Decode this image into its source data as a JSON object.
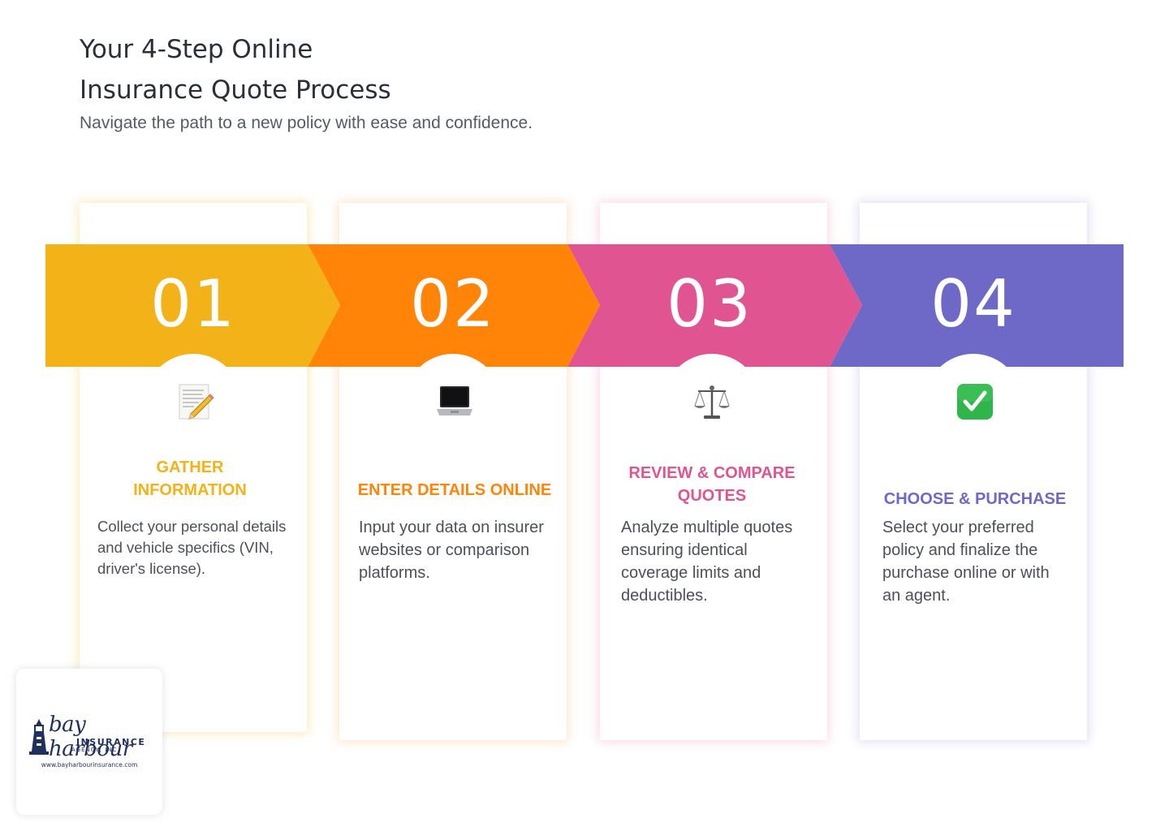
{
  "header": {
    "title_line1": "Your 4-Step Online",
    "title_line2": "Insurance Quote Process",
    "subtitle": "Navigate the path to a new policy with ease and confidence."
  },
  "steps": [
    {
      "number": "01",
      "title": "GATHER INFORMATION",
      "description": "Collect your personal details and vehicle specifics (VIN, driver's license).",
      "icon": "memo-pencil-icon",
      "color": "#F3B217"
    },
    {
      "number": "02",
      "title": "ENTER DETAILS ONLINE",
      "description": "Input your data on insurer websites or comparison platforms.",
      "icon": "laptop-icon",
      "color": "#FF8408"
    },
    {
      "number": "03",
      "title": "REVIEW & COMPARE QUOTES",
      "description": "Analyze multiple quotes ensuring identical coverage limits and deductibles.",
      "icon": "balance-scale-icon",
      "color": "#E05591"
    },
    {
      "number": "04",
      "title": "CHOOSE & PURCHASE",
      "description": "Select your preferred policy and finalize the purchase online or with an agent.",
      "icon": "check-mark-icon",
      "color": "#6E68C6"
    }
  ],
  "logo": {
    "name_script": "bay harbour",
    "insurance": "INSURANCE",
    "agency": "AGENCY, INC.",
    "url": "www.bayharbourinsurance.com"
  }
}
